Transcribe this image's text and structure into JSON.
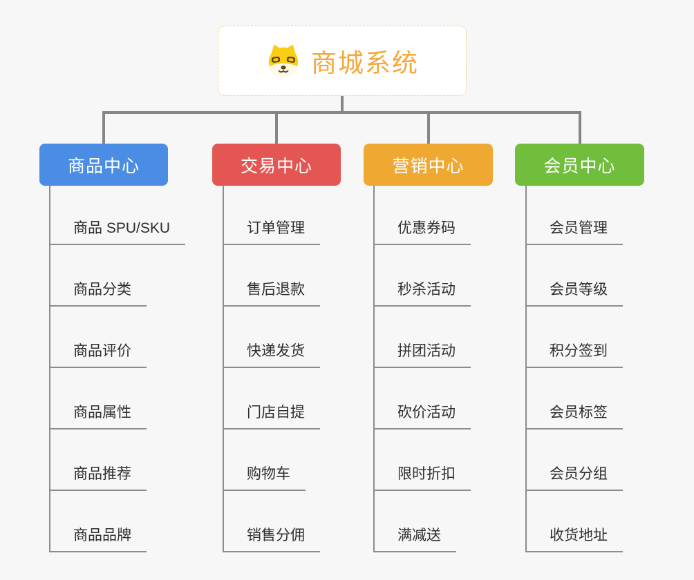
{
  "root": {
    "title": "商城系统",
    "icon": "dog-face-icon"
  },
  "branches": [
    {
      "label": "商品中心",
      "color": "#4b8de4",
      "children": [
        "商品 SPU/SKU",
        "商品分类",
        "商品评价",
        "商品属性",
        "商品推荐",
        "商品品牌"
      ]
    },
    {
      "label": "交易中心",
      "color": "#e45653",
      "children": [
        "订单管理",
        "售后退款",
        "快递发货",
        "门店自提",
        "购物车",
        "销售分佣"
      ]
    },
    {
      "label": "营销中心",
      "color": "#efa832",
      "children": [
        "优惠券码",
        "秒杀活动",
        "拼团活动",
        "砍价活动",
        "限时折扣",
        "满减送"
      ]
    },
    {
      "label": "会员中心",
      "color": "#70be3c",
      "children": [
        "会员管理",
        "会员等级",
        "积分签到",
        "会员标签",
        "会员分组",
        "收货地址"
      ]
    }
  ],
  "colors": {
    "background": "#f7f7f7",
    "connector": "#868686",
    "underline": "#8c8c8c",
    "root_text": "#f5a73c",
    "root_border": "#f3c16a",
    "leaf_text": "#2f2f2f"
  }
}
